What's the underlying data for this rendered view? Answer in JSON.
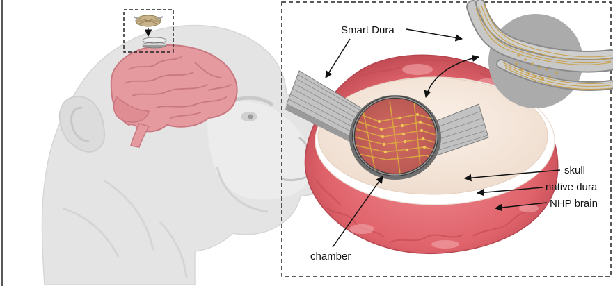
{
  "labels": {
    "smart_dura": "Smart Dura",
    "skull": "skull",
    "native_dura": "native dura",
    "nhp_brain": "NHP brain",
    "chamber": "chamber"
  },
  "colors": {
    "monkey_fill": "#e3e3e3",
    "brain_pink": "#e59aa0",
    "brain_red": "#e0636b",
    "skull_cream": "#f8e8dc",
    "electrode_gold": "#c9a24b",
    "ribbon_gray": "#b9b9b9",
    "dashed_border": "#222222"
  }
}
